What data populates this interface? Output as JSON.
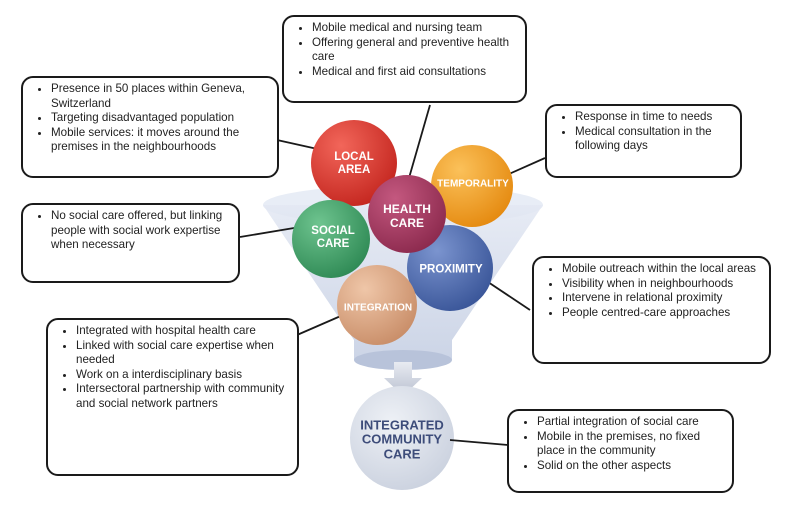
{
  "balls": {
    "local_area": "LOCAL\nAREA",
    "temporality": "TEMPORALITY",
    "health_care": "HEALTH\nCARE",
    "social_care": "SOCIAL\nCARE",
    "proximity": "PROXIMITY",
    "integration": "INTEGRATION",
    "colors": {
      "local_area": "#d9322b",
      "temporality": "#f39a1c",
      "health_care": "#a3385e",
      "social_care": "#3f9e68",
      "proximity": "#4a68ad",
      "integration": "#d9a483",
      "funnel": "#cdd6ea",
      "final": "#d6dbe6"
    }
  },
  "final": "INTEGRATED\nCOMMUNITY\nCARE",
  "boxes": {
    "health_care": [
      "Mobile medical and nursing team",
      "Offering general and preventive health care",
      "Medical and first aid consultations"
    ],
    "local_area": [
      "Presence in 50 places within Geneva, Switzerland",
      "Targeting disadvantaged population",
      "Mobile services: it moves around the premises in the neighbourhoods"
    ],
    "temporality": [
      "Response in time to needs",
      "Medical consultation in the following days"
    ],
    "social_care": [
      "No social care offered, but linking people with social work expertise when necessary"
    ],
    "proximity": [
      "Mobile outreach within the local areas",
      "Visibility when in neighbourhoods",
      "Intervene in relational proximity",
      "People centred-care approaches"
    ],
    "integration": [
      "Integrated with hospital health care",
      "Linked with social care expertise when needed",
      "Work on a interdisciplinary basis",
      "Intersectoral partnership with community and social network partners"
    ],
    "final": [
      "Partial integration of social care",
      "Mobile in the premises, no fixed place in the community",
      "Solid on the other aspects"
    ]
  }
}
